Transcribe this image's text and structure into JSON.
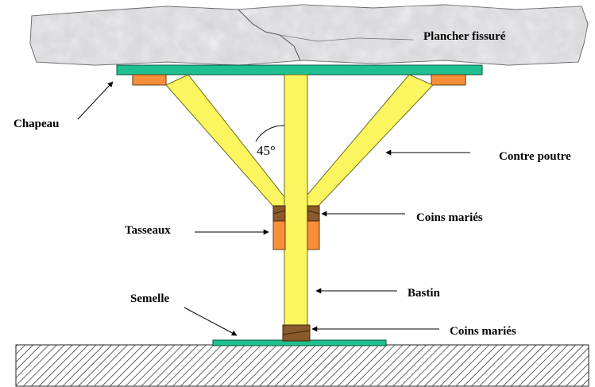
{
  "labels": {
    "plancher": "Plancher fissuré",
    "chapeau": "Chapeau",
    "contre_poutre": "Contre poutre",
    "angle": "45°",
    "coins_maries_top": "Coins mariés",
    "tasseaux": "Tasseaux",
    "bastin": "Bastin",
    "semelle": "Semelle",
    "coins_maries_bottom": "Coins mariés"
  },
  "colors": {
    "slab": "#d9d9dc",
    "slab_stroke": "#555555",
    "chapeau": "#1fc08f",
    "semelle": "#1fc08f",
    "wood": "#fbf55f",
    "wedge_block": "#f98e3a",
    "wedges": "#8a5a2b",
    "ground_hatch": "#222222"
  }
}
